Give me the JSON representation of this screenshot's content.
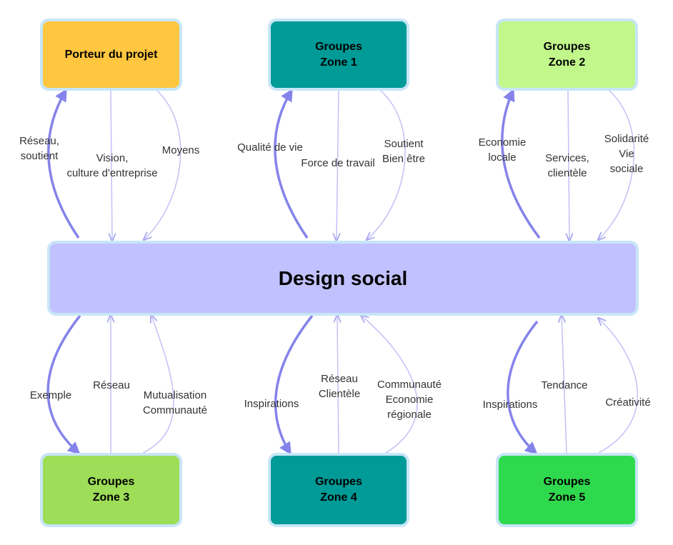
{
  "colors": {
    "center": "#c1c1ff",
    "porteur": "#ffc640",
    "zone1": "#009a97",
    "zone2": "#c2f78b",
    "zone3": "#9ddd57",
    "zone4": "#009a97",
    "zone5": "#2fd94e",
    "thick_edge": "#8583ea",
    "thin_edge": "#c2c1f7"
  },
  "nodes": {
    "center": "Design social",
    "porteur": "Porteur du projet",
    "zone1": "Groupes\nZone 1",
    "zone2": "Groupes\nZone 2",
    "zone3": "Groupes\nZone 3",
    "zone4": "Groupes\nZone 4",
    "zone5": "Groupes\nZone 5"
  },
  "edges": {
    "porteur": {
      "thick": "Réseau,\nsoutient",
      "mid": "Vision,\nculture d'entreprise",
      "side": "Moyens"
    },
    "zone1": {
      "thick": "Qualité de vie",
      "mid": "Force de travail",
      "side": "Soutient\nBien être"
    },
    "zone2": {
      "thick": "Economie\nlocale",
      "mid": "Services,\nclientèle",
      "side": "Solidarité\nVie sociale"
    },
    "zone3": {
      "thick": "Exemple",
      "mid": "Réseau",
      "side": "Mutualisation\nCommunauté"
    },
    "zone4": {
      "thick": "Inspirations",
      "mid": "Réseau\nClientèle",
      "side": "Communauté\nEconomie\nrégionale"
    },
    "zone5": {
      "thick": "Inspirations",
      "mid": "Tendance",
      "side": "Créativité"
    }
  }
}
